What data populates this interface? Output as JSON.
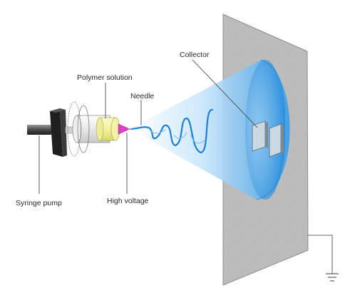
{
  "labels": {
    "polymer_solution": "Polymer solution",
    "needle": "Needle",
    "collector": "Collector",
    "syringe_pump": "Syringe pump",
    "high_voltage": "High voltage"
  },
  "colors": {
    "plate": "#bdbdbd",
    "cone": "#4aa8e8",
    "fiber": "#1f7fd0",
    "solution": "#f7f6a8",
    "needle_tip": "#e040c8",
    "pump": "#2b2b2b",
    "line": "#3a3a3a"
  },
  "icons": [
    "ground-icon"
  ]
}
